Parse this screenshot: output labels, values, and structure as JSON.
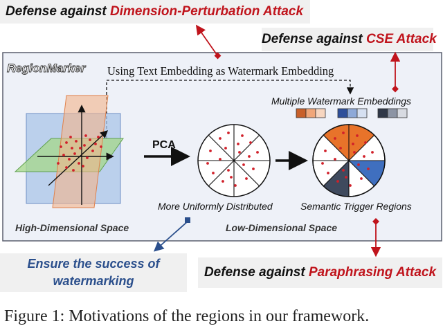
{
  "labels": {
    "dimension": {
      "prefix": "Defense against ",
      "highlight": "Dimension-Perturbation Attack"
    },
    "cse": {
      "prefix": "Defense against ",
      "highlight": "CSE Attack"
    },
    "ensure_line1": "Ensure the success of",
    "ensure_line2": "watermarking",
    "paraphrase": {
      "prefix": "Defense against ",
      "highlight": "Paraphrasing Attack"
    }
  },
  "diagram": {
    "brand": "RegionMarker",
    "text_embedding_note": "Using Text Embedding as Watermark Embedding",
    "multiple_embeddings": "Multiple Watermark Embeddings",
    "pca_label": "PCA",
    "uniform_label": "More Uniformly Distributed",
    "trigger_label": "Semantic Trigger Regions",
    "high_dim_label": "High-Dimensional Space",
    "low_dim_label": "Low-Dimensional Space"
  },
  "caption": "Figure 1: Motivations of the regions in our framework.",
  "colors": {
    "accent_red": "#c0141c",
    "accent_blue": "#2b4f8c",
    "region_orange": "#e8732a",
    "region_blue": "#3f6fbf",
    "region_dark": "#3f4a5e",
    "plane_blue": "#a9c4e8",
    "plane_green": "#a5d88a",
    "plane_orange": "#f3b48a"
  },
  "icons": [
    "arrow-right-icon",
    "dashed-arrow-icon",
    "double-headed-arrow-icon"
  ]
}
